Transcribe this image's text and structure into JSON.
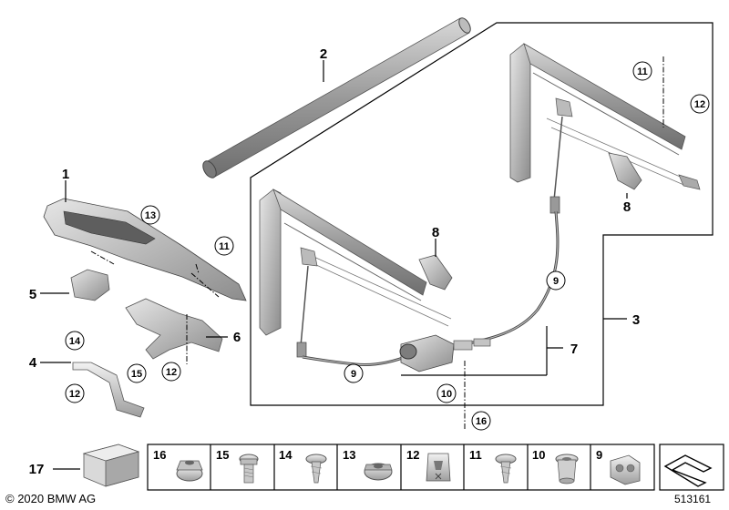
{
  "diagram": {
    "copyright": "© 2020 BMW AG",
    "doc_number": "513161",
    "part_labels": [
      "1",
      "2",
      "3",
      "4",
      "5",
      "6",
      "7",
      "8",
      "8"
    ],
    "circle_labels": [
      "13",
      "11",
      "12",
      "14",
      "12",
      "15",
      "9",
      "10",
      "16",
      "11",
      "12",
      "9"
    ],
    "legend": [
      {
        "num": "16",
        "icon": "flange-nut-icon"
      },
      {
        "num": "15",
        "icon": "torx-bolt-icon"
      },
      {
        "num": "14",
        "icon": "screw-icon"
      },
      {
        "num": "13",
        "icon": "hex-nut-icon"
      },
      {
        "num": "12",
        "icon": "clip-nut-icon"
      },
      {
        "num": "11",
        "icon": "screw-icon"
      },
      {
        "num": "10",
        "icon": "grommet-icon"
      },
      {
        "num": "9",
        "icon": "cable-clip-icon"
      }
    ],
    "kit_label": "17"
  }
}
